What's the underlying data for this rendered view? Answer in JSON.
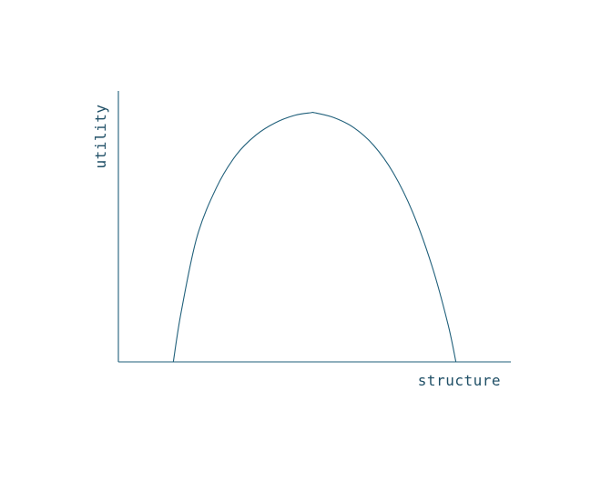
{
  "chart_data": {
    "type": "line",
    "title": "",
    "xlabel": "structure",
    "ylabel": "utility",
    "xlim": [
      0,
      1
    ],
    "ylim": [
      0,
      1
    ],
    "grid": false,
    "ticks": false,
    "series": [
      {
        "x": [
          0.14,
          0.16,
          0.2,
          0.25,
          0.3,
          0.35,
          0.4,
          0.45,
          0.49,
          0.5,
          0.55,
          0.6,
          0.65,
          0.7,
          0.75,
          0.8,
          0.84,
          0.86
        ],
        "y": [
          0.0,
          0.2,
          0.5,
          0.7,
          0.83,
          0.91,
          0.96,
          0.99,
          1.0,
          1.0,
          0.98,
          0.94,
          0.87,
          0.76,
          0.6,
          0.38,
          0.15,
          0.0
        ]
      }
    ],
    "colors": {
      "line": "#1f5f7a",
      "text": "#1f4f66"
    }
  }
}
